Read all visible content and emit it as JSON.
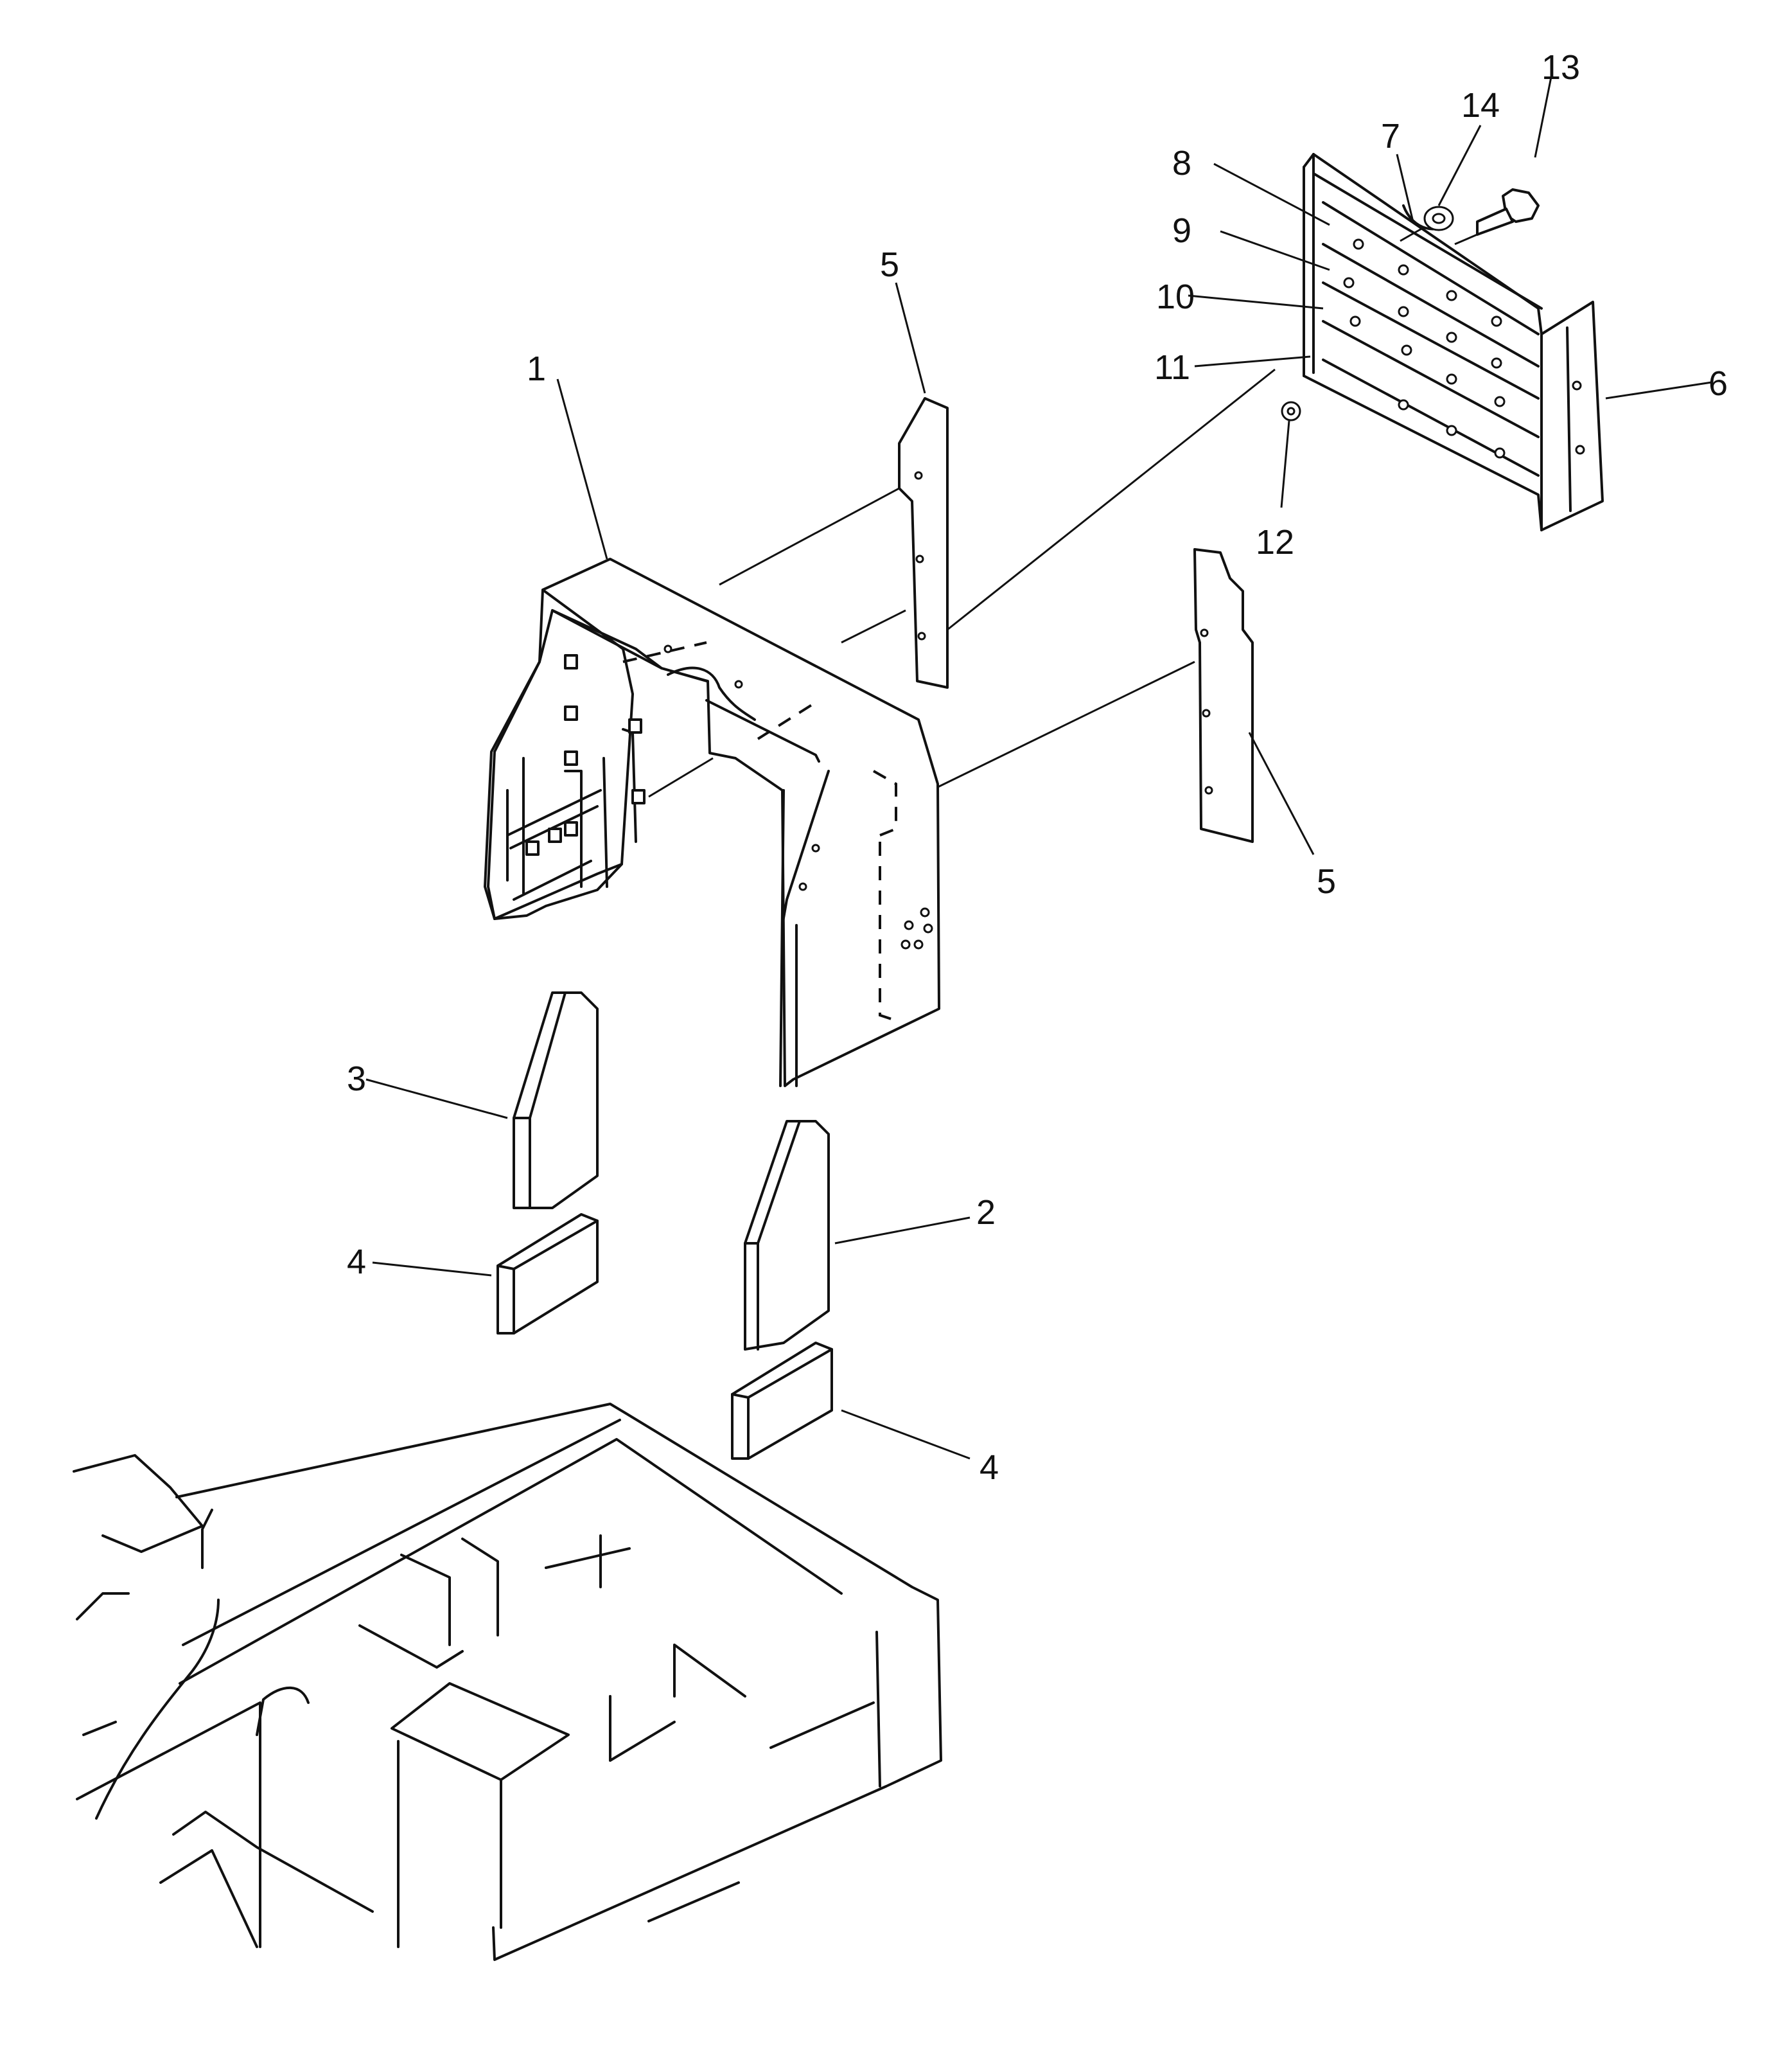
{
  "callouts": [
    {
      "id": "1",
      "text": "1"
    },
    {
      "id": "2",
      "text": "2"
    },
    {
      "id": "3",
      "text": "3"
    },
    {
      "id": "4a",
      "text": "4"
    },
    {
      "id": "4b",
      "text": "4"
    },
    {
      "id": "5a",
      "text": "5"
    },
    {
      "id": "5b",
      "text": "5"
    },
    {
      "id": "6",
      "text": "6"
    },
    {
      "id": "7",
      "text": "7"
    },
    {
      "id": "8",
      "text": "8"
    },
    {
      "id": "9",
      "text": "9"
    },
    {
      "id": "10",
      "text": "10"
    },
    {
      "id": "11",
      "text": "11"
    },
    {
      "id": "12",
      "text": "12"
    },
    {
      "id": "13",
      "text": "13"
    },
    {
      "id": "14",
      "text": "14"
    }
  ],
  "colors": {
    "line": "#111111",
    "background": "#ffffff"
  }
}
